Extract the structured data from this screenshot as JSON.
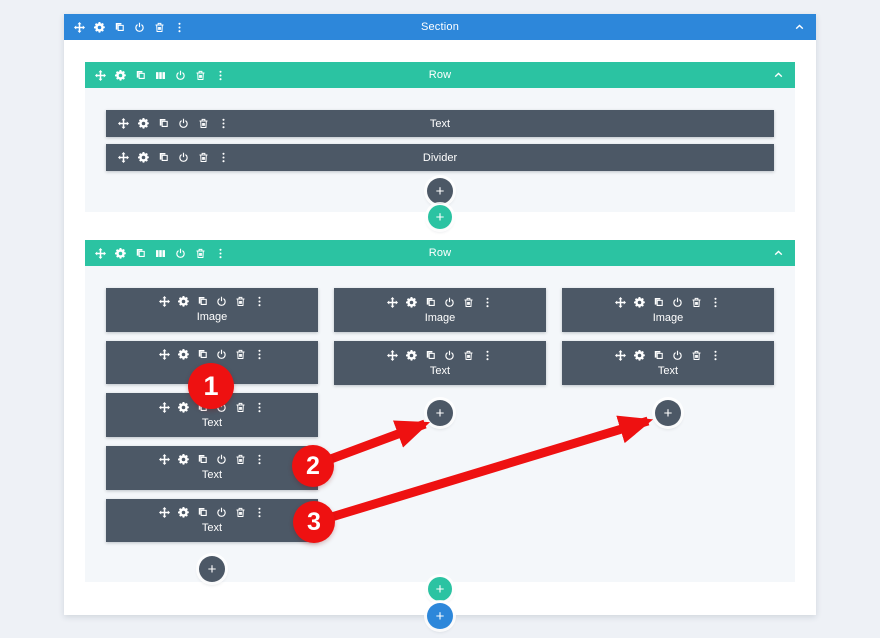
{
  "colors": {
    "section_blue": "#2d87da",
    "row_teal": "#2bc3a2",
    "module_slate": "#4c5866",
    "page_background": "#eef1f6",
    "column_background": "#f4f7fa",
    "annotation_red": "#ee1111"
  },
  "ui": {
    "plus_label": "+"
  },
  "icons": {
    "section_toolbar": [
      "move",
      "settings",
      "duplicate",
      "disable",
      "delete",
      "options"
    ],
    "row_toolbar": [
      "move",
      "settings",
      "duplicate",
      "columns",
      "disable",
      "delete",
      "options"
    ],
    "module_toolbar": [
      "move",
      "settings",
      "duplicate",
      "disable",
      "delete",
      "options"
    ]
  },
  "section": {
    "label": "Section",
    "rows": [
      {
        "label": "Row",
        "columns": [
          {
            "modules": [
              {
                "label": "Text"
              },
              {
                "label": "Divider"
              }
            ]
          }
        ]
      },
      {
        "label": "Row",
        "columns": [
          {
            "modules": [
              {
                "label": "Image"
              },
              {
                "label": ""
              },
              {
                "label": "Text"
              },
              {
                "label": "Text"
              },
              {
                "label": "Text"
              }
            ]
          },
          {
            "modules": [
              {
                "label": "Image"
              },
              {
                "label": "Text"
              }
            ]
          },
          {
            "modules": [
              {
                "label": "Image"
              },
              {
                "label": "Text"
              }
            ]
          }
        ]
      }
    ]
  },
  "annotations": {
    "badges": [
      "1",
      "2",
      "3"
    ]
  }
}
